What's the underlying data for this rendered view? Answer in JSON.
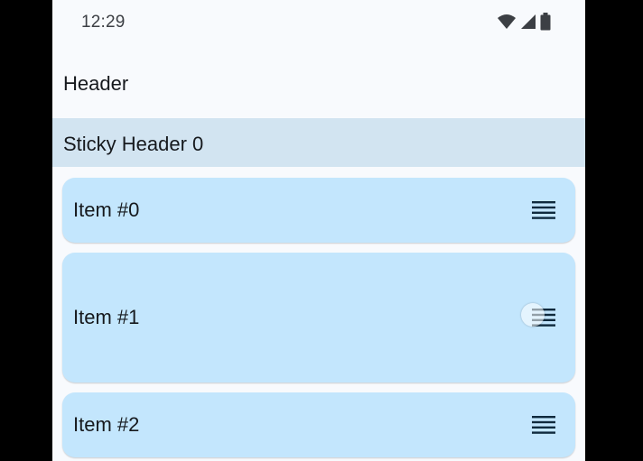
{
  "status_bar": {
    "time": "12:29",
    "icons": [
      "wifi-icon",
      "cellular-signal-icon",
      "battery-icon"
    ]
  },
  "header": {
    "title": "Header"
  },
  "sticky_header": {
    "label": "Sticky Header 0"
  },
  "items": [
    {
      "label": "Item #0",
      "handle_icon": "drag-handle-icon"
    },
    {
      "label": "Item #1",
      "handle_icon": "drag-handle-icon",
      "pressed": true
    },
    {
      "label": "Item #2",
      "handle_icon": "drag-handle-icon"
    }
  ],
  "colors": {
    "background": "#f8fafd",
    "sticky_header_bg": "#d2e4f1",
    "item_bg": "#c3e6fd",
    "text": "#16191d",
    "handle": "#0f2a3d"
  }
}
